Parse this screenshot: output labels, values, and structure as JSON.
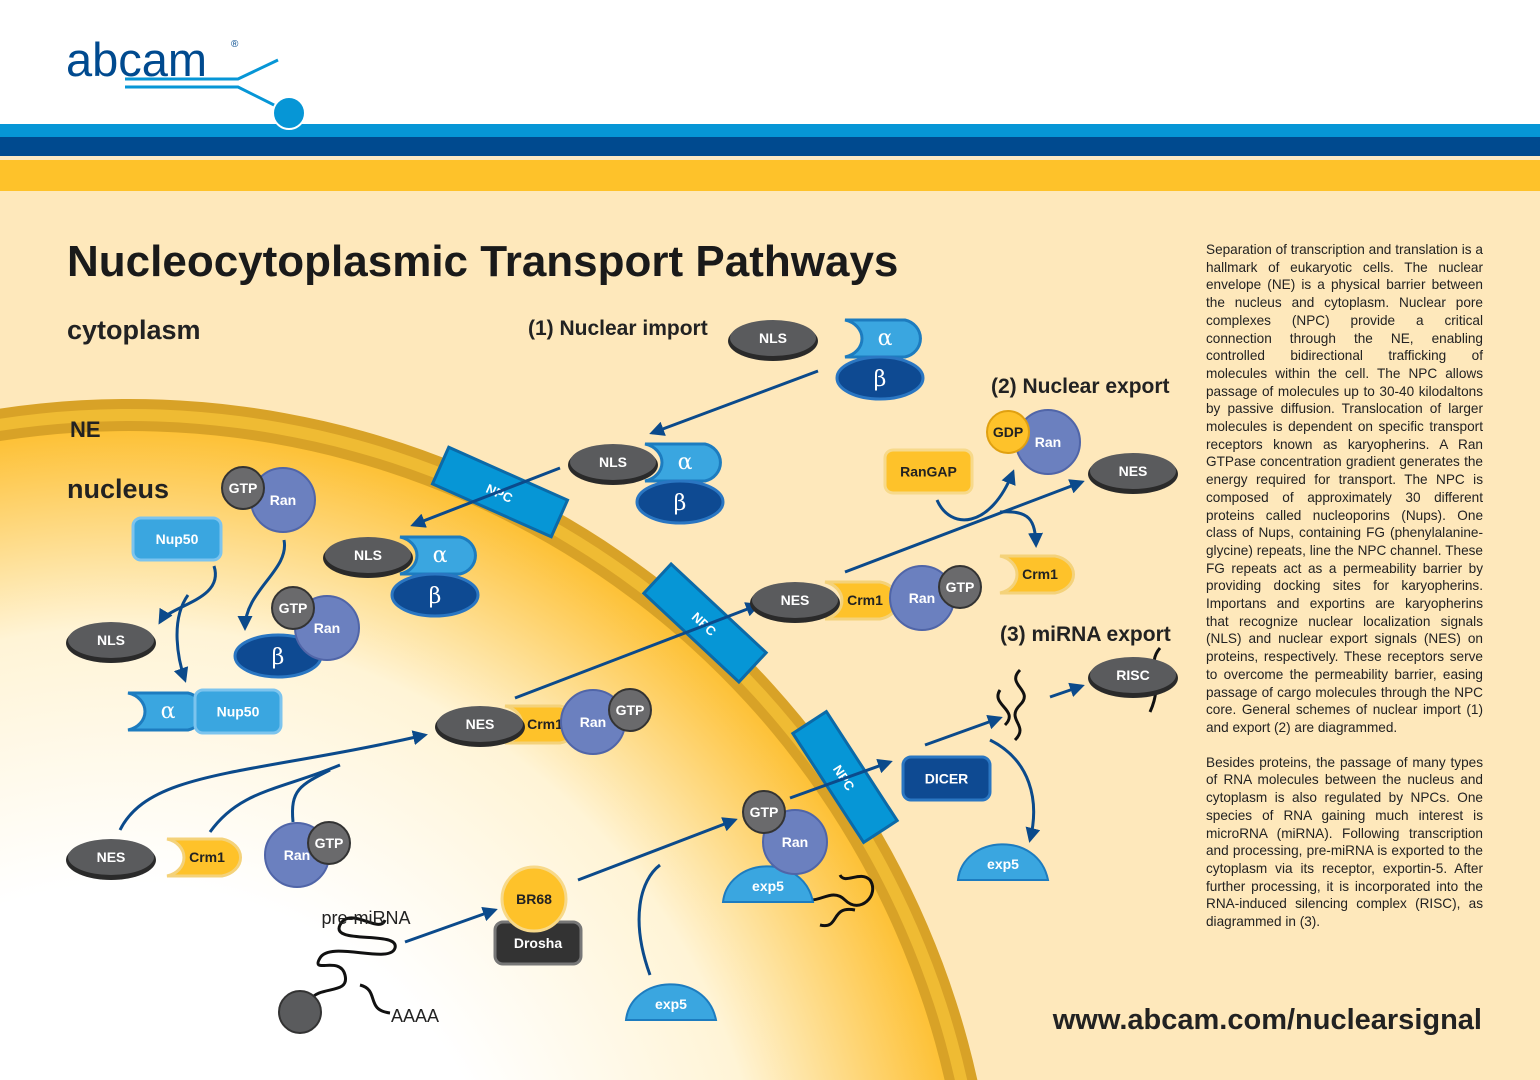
{
  "logo": {
    "text": "abcam",
    "registered": "®"
  },
  "colors": {
    "brand_blue": "#0696d6",
    "dark_blue": "#004a8f",
    "yellow": "#fec22a",
    "background": "#fee8bb"
  },
  "title": "Nucleocytoplasmic Transport Pathways",
  "regions": {
    "cytoplasm": "cytoplasm",
    "ne": "NE",
    "nucleus": "nucleus",
    "npc": "NPC"
  },
  "pathways": {
    "import": "(1) Nuclear import",
    "export": "(2) Nuclear export",
    "mirna": "(3) miRNA export"
  },
  "molecules": {
    "nls": "NLS",
    "nes": "NES",
    "alpha": "α",
    "beta": "β",
    "ran": "Ran",
    "gtp": "GTP",
    "gdp": "GDP",
    "nup50": "Nup50",
    "crm1": "Crm1",
    "rangap": "RanGAP",
    "exp5": "exp5",
    "br68": "BR68",
    "drosha": "Drosha",
    "dicer": "DICER",
    "risc": "RISC",
    "pre_mirna": "pre-miRNA",
    "polya": "AAAA"
  },
  "description": [
    "Separation of transcription and translation is a hallmark of eukaryotic cells.  The nuclear envelope (NE) is a physical barrier between the nucleus and cytoplasm. Nuclear pore complexes (NPC) provide a critical connection through the NE, enabling controlled bidirectional trafficking of molecules within the cell.  The NPC allows passage of molecules up to 30-40 kilodaltons by passive diffusion. Translocation of larger molecules is dependent on specific transport receptors known as karyopherins.  A Ran GTPase concentration gradient generates the energy required for transport.  The NPC is composed of approximately 30 different proteins called nucleoporins (Nups).  One class of Nups, containing FG (phenylalanine-glycine) repeats, line the NPC channel.  These FG repeats act as a permeability barrier by providing docking sites for karyopherins.  Importans and exportins are karyopherins that recognize nuclear localization signals (NLS) and nuclear export signals (NES) on proteins, respectively.  These receptors serve to overcome the permeability barrier, easing passage of cargo molecules through the NPC core.  General schemes of nuclear import (1) and export (2) are diagrammed.",
    "Besides proteins, the passage of many types of RNA molecules between the nucleus and cytoplasm is also regulated by NPCs.  One species of RNA gaining much interest is microRNA (miRNA). Following transcription and processing, pre-miRNA is exported to the cytoplasm via its receptor, exportin-5.  After further processing, it is incorporated into the RNA-induced silencing complex (RISC), as diagrammed in (3)."
  ],
  "url": "www.abcam.com/nuclearsignal"
}
